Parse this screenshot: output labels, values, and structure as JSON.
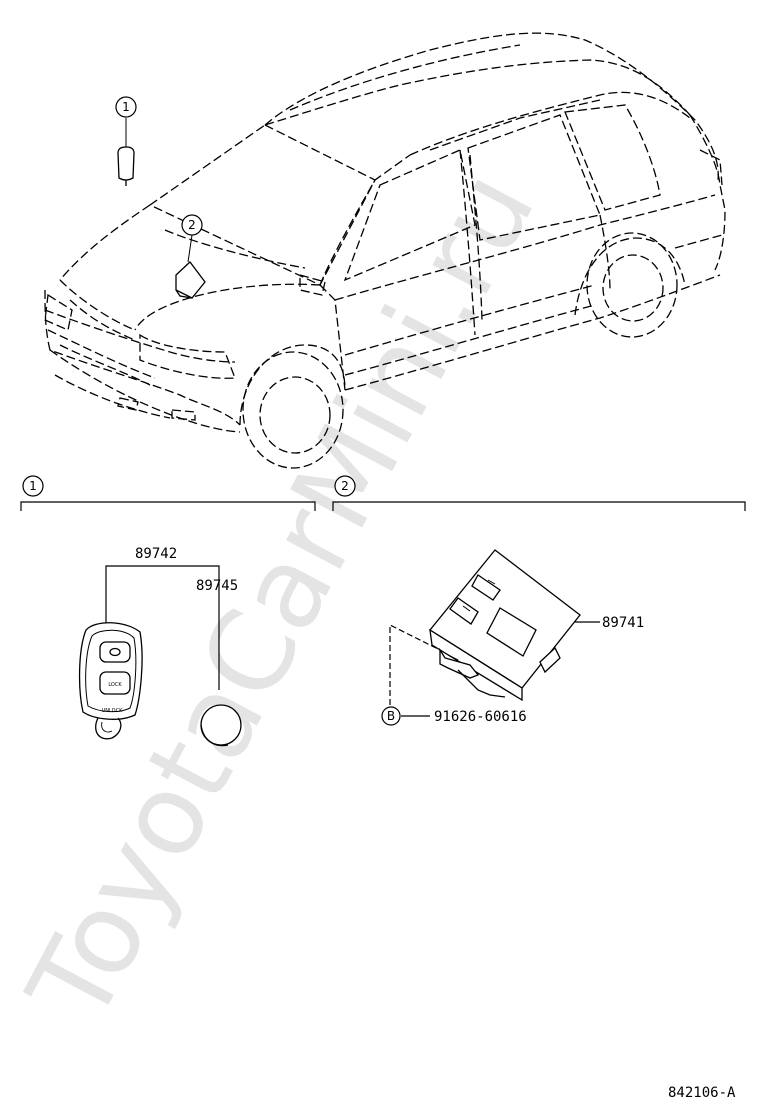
{
  "watermark": "ToyotaCarMini.ru",
  "callouts": {
    "vehicle_1": "1",
    "vehicle_2": "2",
    "section_1": "1",
    "section_2": "2",
    "bolt_ref": "B"
  },
  "parts": {
    "transmitter_assy": "89742",
    "battery": "89745",
    "receiver_assy": "89741",
    "bolt": "91626-60616"
  },
  "key_buttons": {
    "lock": "LOCK",
    "unlock": "UNLOCK"
  },
  "figure_id": "842106-A"
}
